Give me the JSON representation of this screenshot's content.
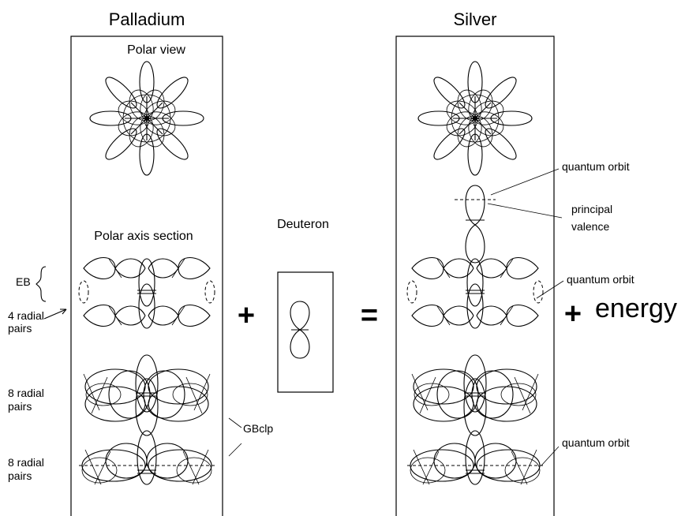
{
  "titles": {
    "left": "Palladium",
    "right": "Silver"
  },
  "left_panel": {
    "polar_view_label": "Polar view",
    "polar_axis_label": "Polar axis section"
  },
  "deuteron": {
    "label": "Deuteron"
  },
  "operators": {
    "plus": "+",
    "equals": "=",
    "plus_energy": "+",
    "energy": "energy"
  },
  "annotations": {
    "eb": "EB",
    "four_radial_1": "4 radial",
    "four_radial_2": "pairs",
    "eight_radial_a1": "8 radial",
    "eight_radial_a2": "pairs",
    "eight_radial_b1": "8 radial",
    "eight_radial_b2": "pairs",
    "gbclp": "GBclp",
    "quantum_orbit_1": "quantum orbit",
    "principal_1": "principal",
    "principal_2": "valence",
    "quantum_orbit_2": "quantum orbit",
    "quantum_orbit_3": "quantum orbit"
  }
}
